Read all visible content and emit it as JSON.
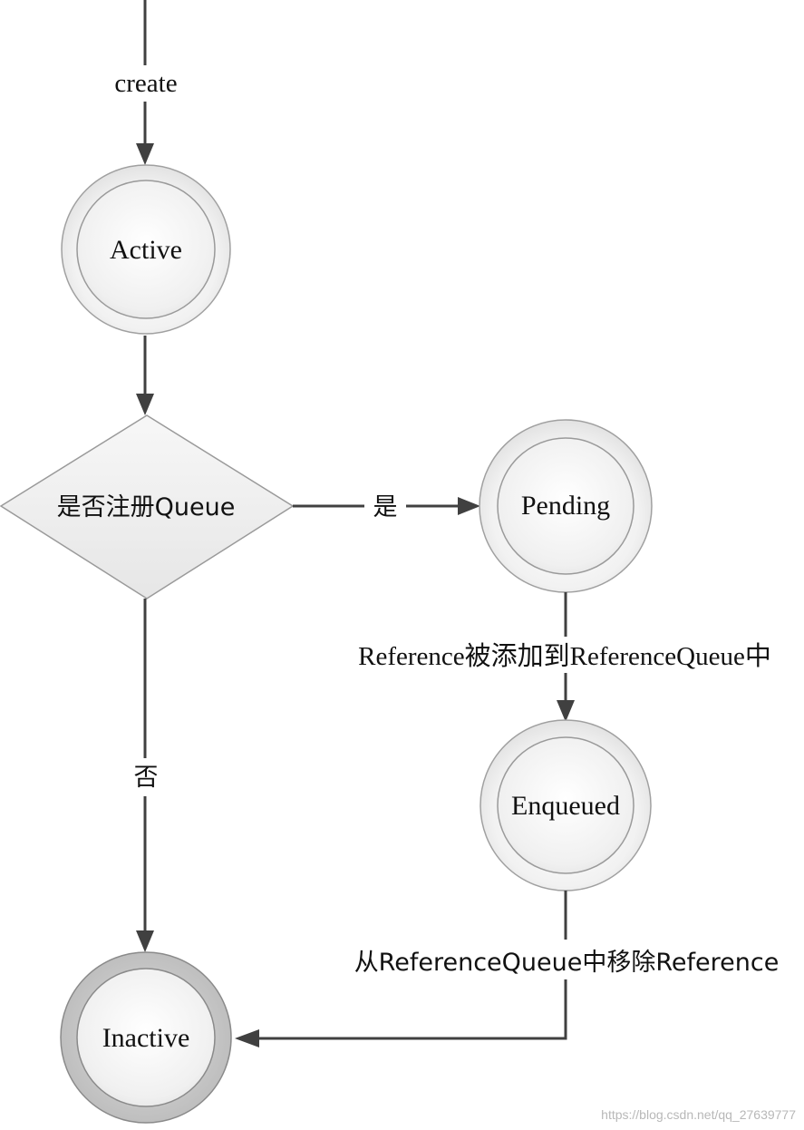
{
  "states": {
    "active": "Active",
    "pending": "Pending",
    "enqueued": "Enqueued",
    "inactive": "Inactive"
  },
  "decision": {
    "label": "是否注册Queue"
  },
  "edges": {
    "create": "create",
    "yes": "是",
    "no": "否",
    "pending_to_enqueued": "Reference被添加到ReferenceQueue中",
    "enqueued_to_inactive": "从ReferenceQueue中移除Reference"
  },
  "watermark": "https://blog.csdn.net/qq_27639777"
}
